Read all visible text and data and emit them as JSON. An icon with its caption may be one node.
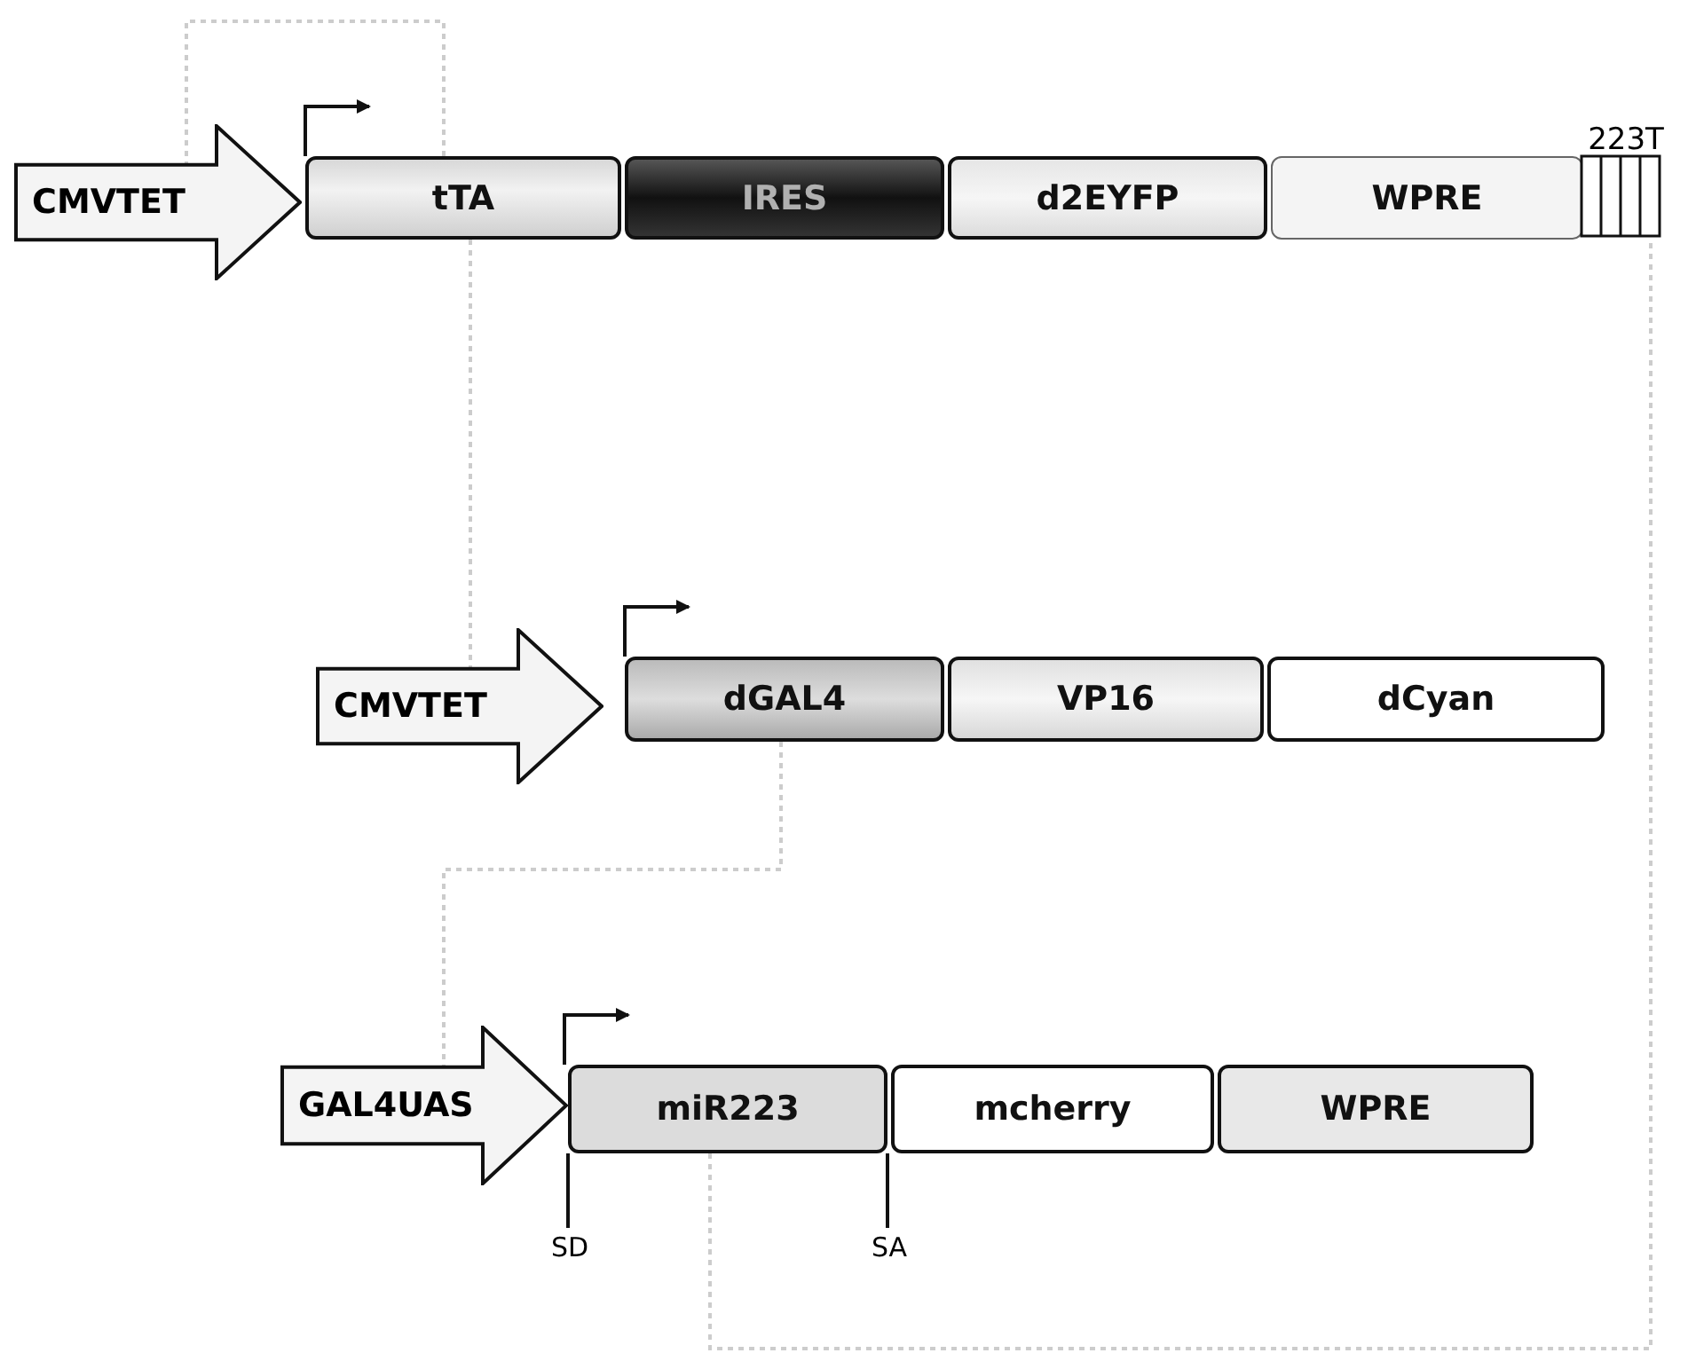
{
  "diagram": {
    "nodes": [
      {
        "text": [
          "CMVTET"
        ]
      },
      {
        "text": [
          "tTA"
        ]
      },
      {
        "text": [
          "IRES"
        ]
      },
      {
        "text": [
          "d2EYFP"
        ]
      },
      {
        "text": [
          "WPRE"
        ]
      },
      {
        "text": [
          "223T"
        ]
      },
      {
        "text": [
          "CMVTET"
        ]
      },
      {
        "text": [
          "dGAL4"
        ]
      },
      {
        "text": [
          "VP16"
        ]
      },
      {
        "text": [
          "dCyan"
        ]
      },
      {
        "text": [
          "GAL4UAS"
        ]
      },
      {
        "text": [
          "miR223"
        ]
      },
      {
        "text": [
          "mcherry"
        ]
      },
      {
        "text": [
          "WPRE"
        ]
      },
      {
        "text": [
          "SD"
        ]
      },
      {
        "text": [
          "SA"
        ]
      }
    ],
    "edges": [
      {
        "from": 1,
        "to": 0,
        "arrow": "none",
        "style": "dashed",
        "color": "#cccccc"
      },
      {
        "from": 1,
        "to": 6,
        "arrow": "none",
        "style": "dashed",
        "color": "#cccccc"
      },
      {
        "from": 7,
        "to": 10,
        "arrow": "none",
        "style": "dashed",
        "color": "#cccccc"
      },
      {
        "from": 11,
        "to": 5,
        "arrow": "none",
        "style": "dashed",
        "color": "#cccccc"
      },
      {
        "from": 14,
        "to": 11,
        "arrow": "none",
        "color": "#111111"
      },
      {
        "from": 15,
        "to": 11,
        "arrow": "none",
        "color": "#111111"
      }
    ]
  }
}
